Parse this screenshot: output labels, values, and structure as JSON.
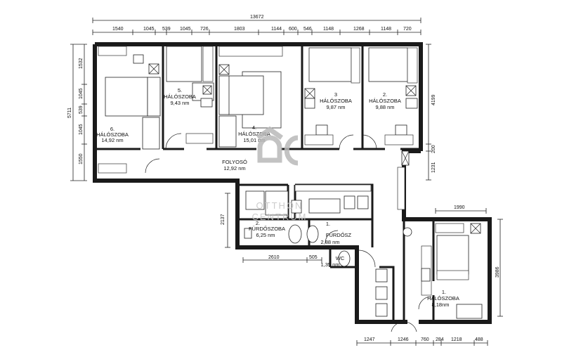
{
  "overall_dimension": "13672",
  "top_dimensions": [
    "1540",
    "1045",
    "539",
    "1045",
    "726",
    "1803",
    "1144",
    "600",
    "546",
    "1148",
    "1268",
    "1148",
    "720"
  ],
  "left_dimensions": [
    "1532",
    "1045",
    "539",
    "1045",
    "1550"
  ],
  "left_total": "5711",
  "right_dimensions": [
    "4199",
    "200",
    "1231"
  ],
  "bath_dimension": "2137",
  "room1_top_dimension": "1990",
  "room1_right_dimension": "3986",
  "bottom_left_dimensions": [
    "2610",
    "505"
  ],
  "bottom_dimensions": [
    "1247",
    "1246",
    "760",
    "284",
    "1218",
    "488"
  ],
  "rooms": [
    {
      "number": "6.",
      "name": "HÁLÓSZOBA",
      "area": "14,92 nm"
    },
    {
      "number": "5.",
      "name": "HÁLÓSZOBA",
      "area": "9,43 nm"
    },
    {
      "number": "4.",
      "name": "HÁLÓSZOBA",
      "area": "15,01 nm"
    },
    {
      "number": "3",
      "name": "HÁLÓSZOBA",
      "area": "9,87 nm"
    },
    {
      "number": "2.",
      "name": "HÁLÓSZOBA",
      "area": "9,88 nm"
    },
    {
      "number": "",
      "name": "FOLYOSÓ",
      "area": "12,92 nm"
    },
    {
      "number": "2.",
      "name": "FÜRDŐSZOBA",
      "area": "6,25 nm"
    },
    {
      "number": "1.",
      "name": "FÜRDŐSZ",
      "area": "2,88 nm"
    },
    {
      "number": "",
      "name": "WC",
      "area": "1,35 nm"
    },
    {
      "number": "1.",
      "name": "HÁLÓSZOBA",
      "area": "8,18nm"
    }
  ],
  "watermark": {
    "line1": "OTTHON",
    "line2": "CENTRUM"
  }
}
